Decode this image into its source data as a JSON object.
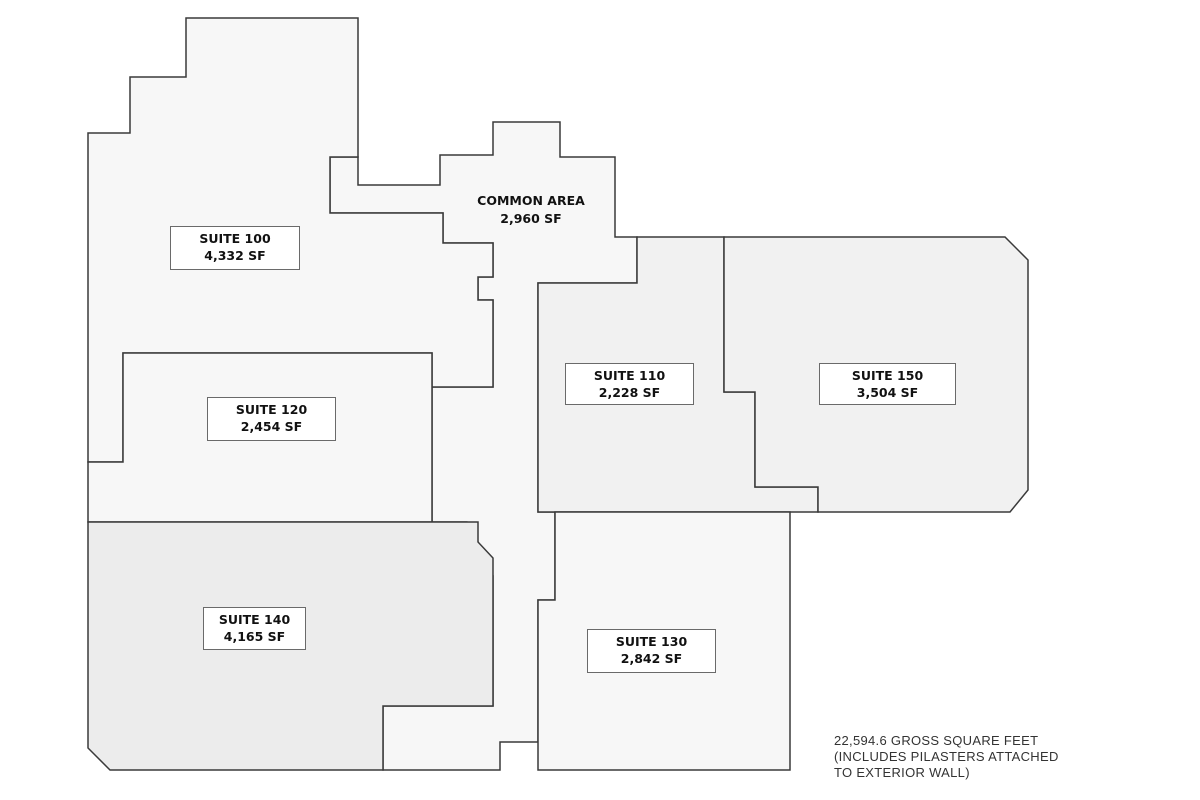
{
  "suites": [
    {
      "id": "suite-100",
      "name": "SUITE 100",
      "area": "4,332 SF"
    },
    {
      "id": "suite-110",
      "name": "SUITE 110",
      "area": "2,228 SF"
    },
    {
      "id": "suite-120",
      "name": "SUITE 120",
      "area": "2,454 SF"
    },
    {
      "id": "suite-130",
      "name": "SUITE 130",
      "area": "2,842 SF"
    },
    {
      "id": "suite-140",
      "name": "SUITE 140",
      "area": "4,165 SF"
    },
    {
      "id": "suite-150",
      "name": "SUITE 150",
      "area": "3,504 SF"
    }
  ],
  "common_area": {
    "name": "COMMON AREA",
    "area": "2,960 SF"
  },
  "note": {
    "line1": "22,594.6 GROSS SQUARE FEET",
    "line2": "(INCLUDES PILASTERS ATTACHED",
    "line3": "TO EXTERIOR WALL)"
  }
}
